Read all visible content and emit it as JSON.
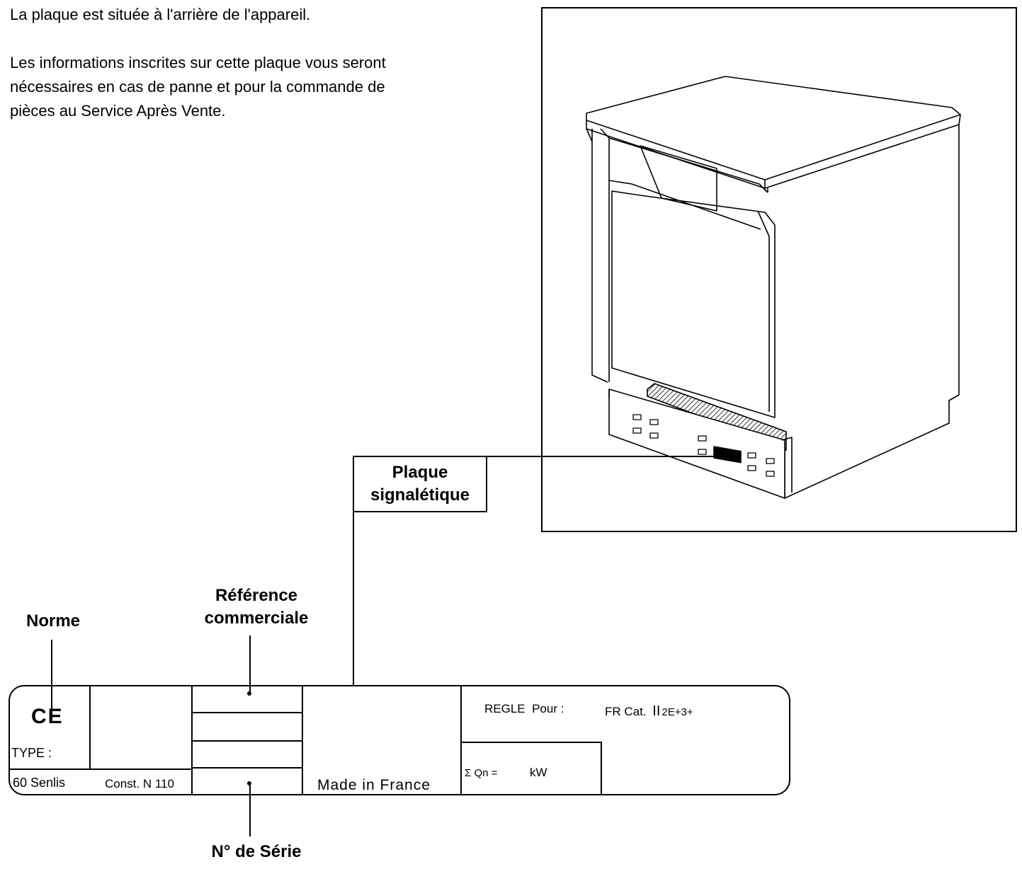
{
  "intro": {
    "line1": "La plaque est située à l'arrière de l'appareil.",
    "para2_l1": "Les informations inscrites sur cette plaque vous seront",
    "para2_l2": "nécessaires en cas de panne et pour la commande de",
    "para2_l3": "pièces au Service Après Vente."
  },
  "callouts": {
    "plaque_l1": "Plaque",
    "plaque_l2": "signalétique",
    "norme": "Norme",
    "reference_l1": "Référence",
    "reference_l2": "commerciale",
    "serie": "N° de Série"
  },
  "plate": {
    "ce_mark": "CE",
    "type_label": "TYPE :",
    "city": "60 Senlis",
    "const": "Const. N 110",
    "made_in": "Made in France",
    "regle": "REGLE  Pour :",
    "fr_cat_1": "FR Cat.",
    "fr_cat_2": "II",
    "fr_cat_3": "2E+3+",
    "power_symbol": "Σ Qn =",
    "power_unit": "kW"
  }
}
